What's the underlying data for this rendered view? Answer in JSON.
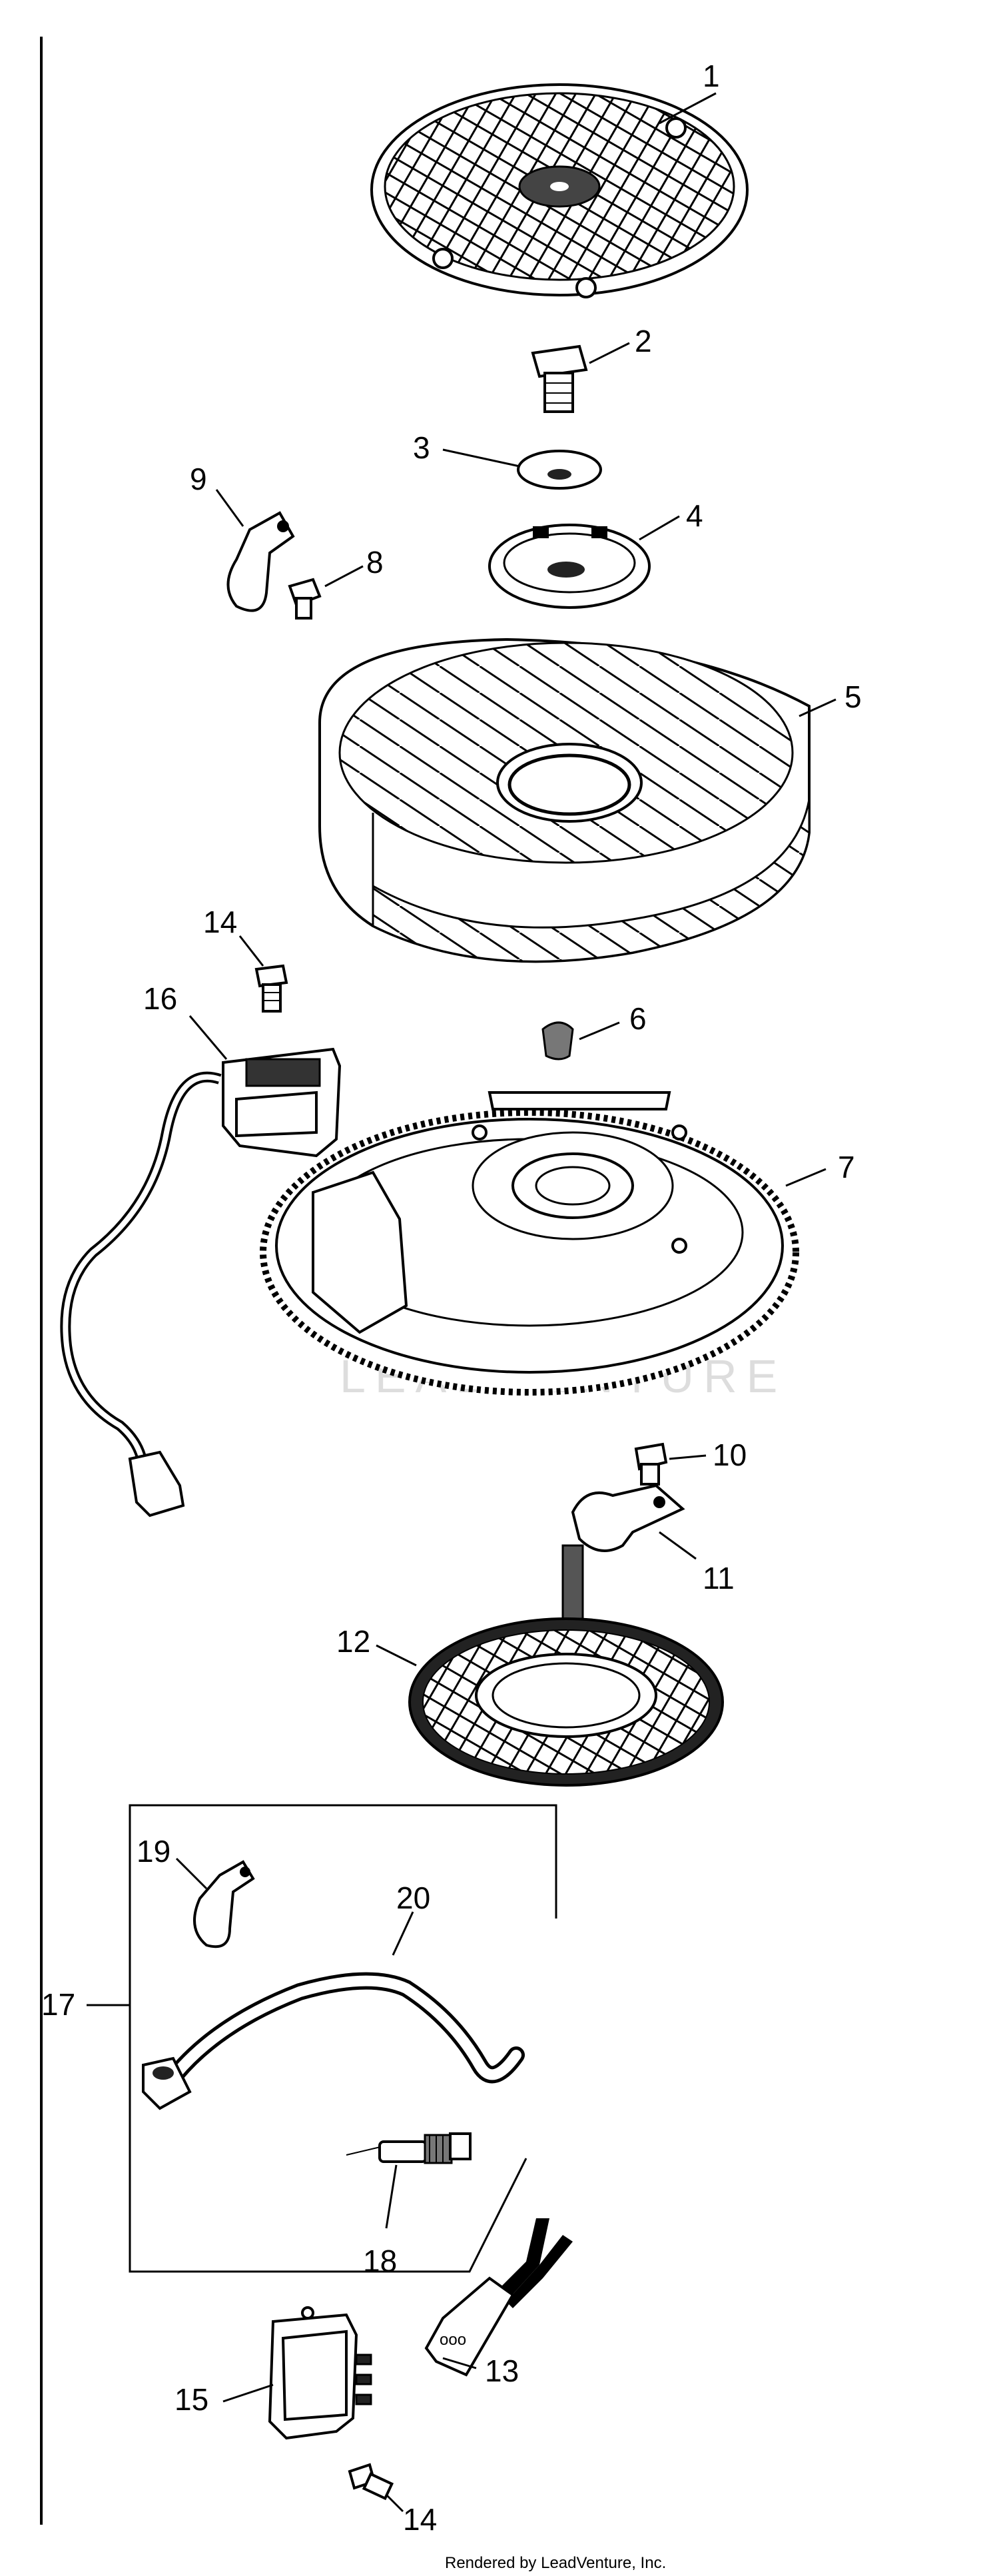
{
  "diagram": {
    "callouts": {
      "c1": "1",
      "c2": "2",
      "c3": "3",
      "c4": "4",
      "c5": "5",
      "c6": "6",
      "c7": "7",
      "c8": "8",
      "c9": "9",
      "c10": "10",
      "c11": "11",
      "c12": "12",
      "c13": "13",
      "c14a": "14",
      "c14b": "14",
      "c15": "15",
      "c16": "16",
      "c17": "17",
      "c18": "18",
      "c19": "19",
      "c20": "20"
    },
    "watermark": "LEADVENTURE",
    "footer": "Rendered by LeadVenture, Inc."
  }
}
